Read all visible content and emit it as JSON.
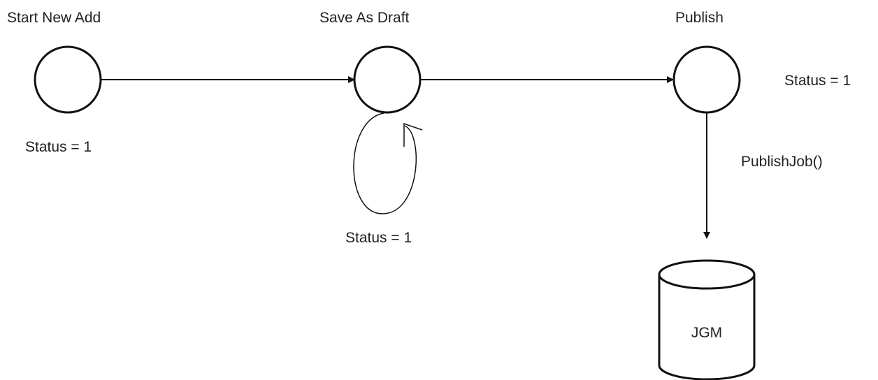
{
  "nodes": {
    "start": {
      "title": "Start New Add",
      "status": "Status = 1"
    },
    "draft": {
      "title": "Save As Draft",
      "status": "Status = 1"
    },
    "publish": {
      "title": "Publish",
      "status": "Status = 1"
    }
  },
  "edges": {
    "publish_to_db": {
      "label": "PublishJob()"
    }
  },
  "database": {
    "label": "JGM"
  }
}
